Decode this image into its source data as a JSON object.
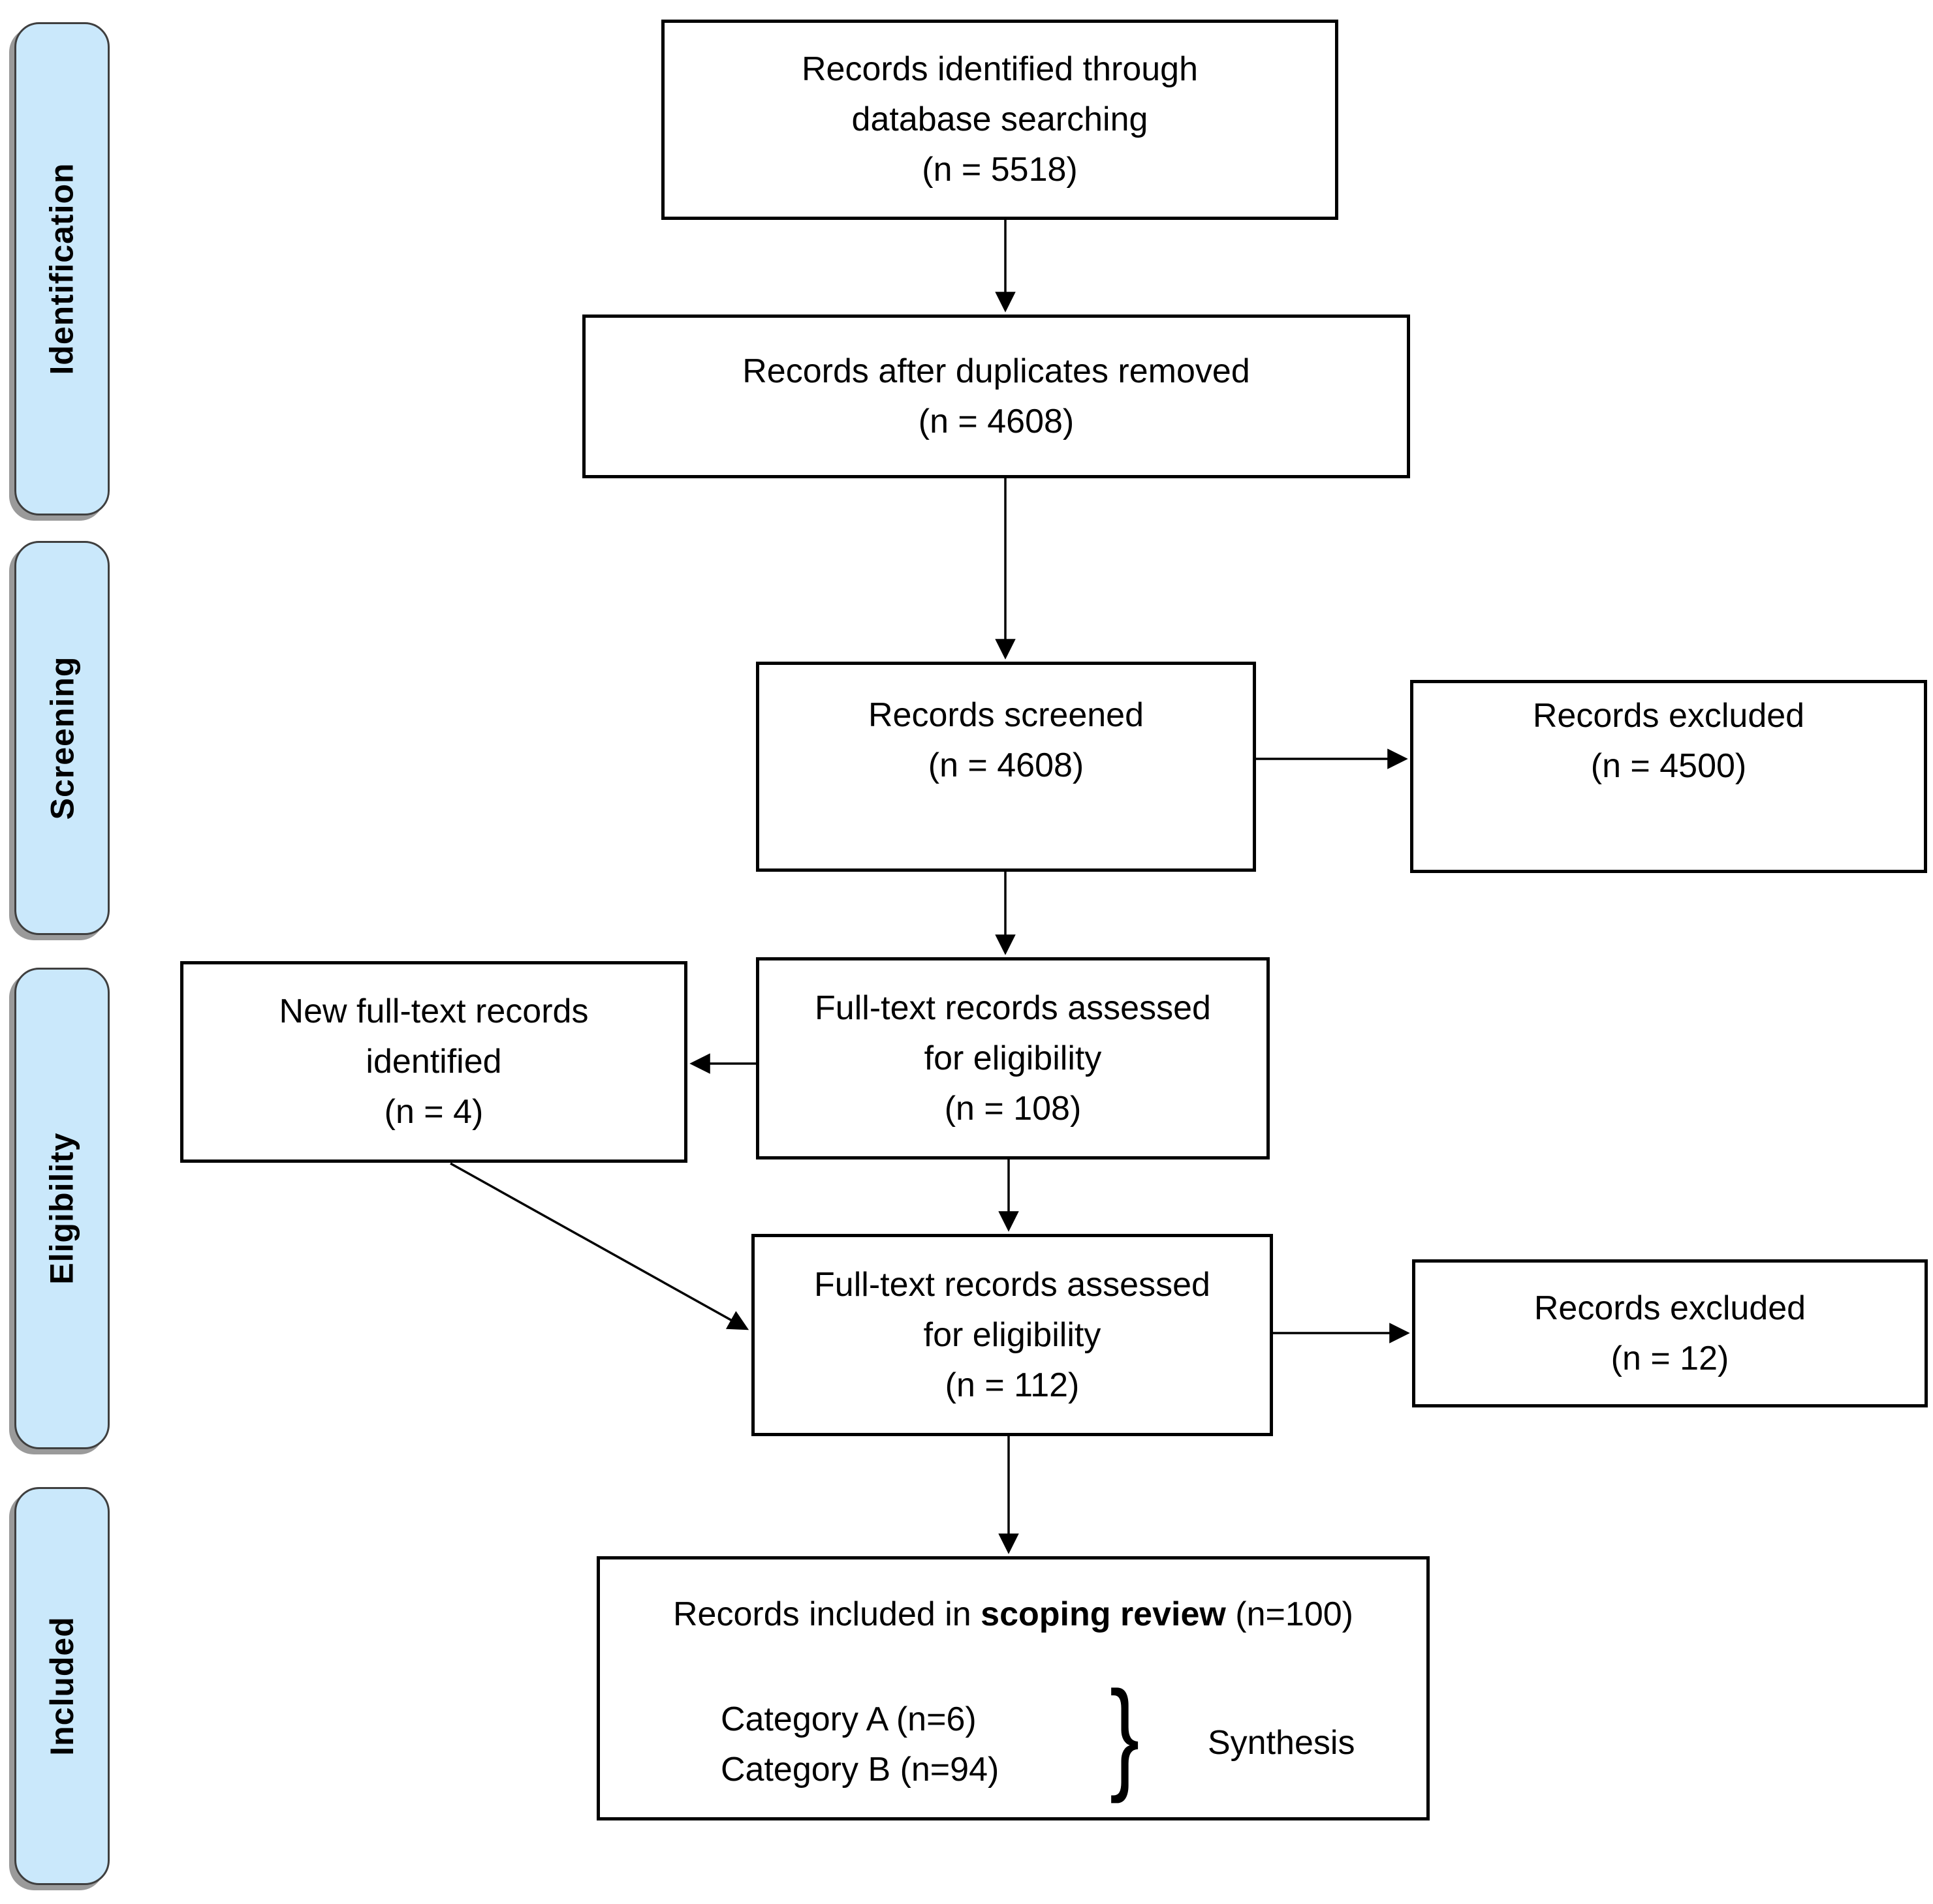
{
  "stages": [
    {
      "label": "Identification"
    },
    {
      "label": "Screening"
    },
    {
      "label": "Eligibility"
    },
    {
      "label": "Included"
    }
  ],
  "boxes": {
    "identified": {
      "lines": [
        "Records identified through",
        "database searching",
        "(n = 5518)"
      ]
    },
    "duplicates_removed": {
      "lines": [
        "Records after duplicates removed",
        "(n = 4608)"
      ]
    },
    "screened": {
      "lines": [
        "Records screened",
        "(n = 4608)"
      ]
    },
    "excluded_screening": {
      "lines": [
        "Records excluded",
        "(n = 4500)"
      ]
    },
    "new_fulltext": {
      "lines": [
        "New full-text records",
        "identified",
        "(n = 4)"
      ]
    },
    "fulltext_first": {
      "lines": [
        "Full-text records assessed",
        "for eligibility",
        "(n = 108)"
      ]
    },
    "fulltext_second": {
      "lines": [
        "Full-text records assessed",
        "for eligibility",
        "(n = 112)"
      ]
    },
    "excluded_fulltext": {
      "lines": [
        "Records excluded",
        "(n = 12)"
      ]
    },
    "included": {
      "title_prefix": "Records included in ",
      "title_bold": "scoping review",
      "title_suffix": " (n=100)",
      "categories": [
        "Category A (n=6)",
        "Category B (n=94)"
      ],
      "brace": "}",
      "synthesis_label": "Synthesis"
    }
  },
  "colors": {
    "stage_fill": "#cae8fb",
    "stage_border": "#3f3f3f",
    "stage_shadow": "#9a9a9a",
    "box_border": "#000000",
    "arrow": "#000000",
    "text": "#000000"
  }
}
